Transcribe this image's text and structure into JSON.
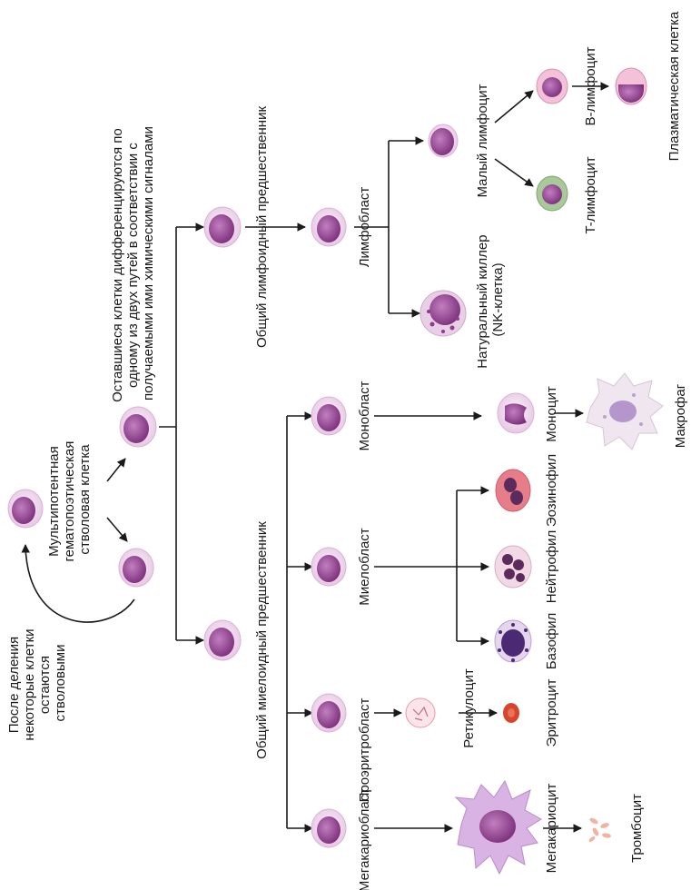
{
  "labels": {
    "stem_division": [
      "После деления",
      "некоторые клетки",
      "остаются",
      "стволовыми"
    ],
    "hsc": [
      "Мультипотентная",
      "гематопоэтическая",
      "стволовая клетка"
    ],
    "differentiate": [
      "Оставшиеся клетки дифференцируются по",
      "одному из двух путей в соответствии с",
      "получаемыми ими химическими сигналами"
    ],
    "common_lymphoid": "Общий лимфоидный предшественник",
    "common_myeloid": "Общий миелоидный предшественник",
    "lymphoblast": "Лимфобласт",
    "small_lymphocyte": "Малый лимфоцит",
    "nk_cell": [
      "Натуральный киллер",
      "(NK-клетка)"
    ],
    "b_lymphocyte": "B-лимфоцит",
    "t_lymphocyte": "T-лимфоцит",
    "plasma_cell": "Плазматическая клетка",
    "monoblast": "Монобласт",
    "monocyte": "Моноцит",
    "macrophage": "Макрофаг",
    "myeloblast": "Миелобласт",
    "eosinophil": "Эозинофил",
    "neutrophil": "Нейтрофил",
    "basophil": "Базофил",
    "proerythroblast": "Проэритробласт",
    "reticulocyte": "Ретикулоцит",
    "erythrocyte": "Эритроцит",
    "megakaryoblast": "Мегакариобласт",
    "megakaryocyte": "Мегакариоцит",
    "thrombocyte": "Тромбоцит"
  },
  "colors": {
    "cell_membrane": "#f4e6f2",
    "cell_body": "#b56db3",
    "nucleus": "#8e3b8c",
    "b_cell": "#f3c2d8",
    "t_cell": "#a9c99a",
    "eosinophil": "#e87d8a",
    "erythrocyte": "#d8452d",
    "basophil": "#4c2a73",
    "platelet": "#f1b39f"
  }
}
